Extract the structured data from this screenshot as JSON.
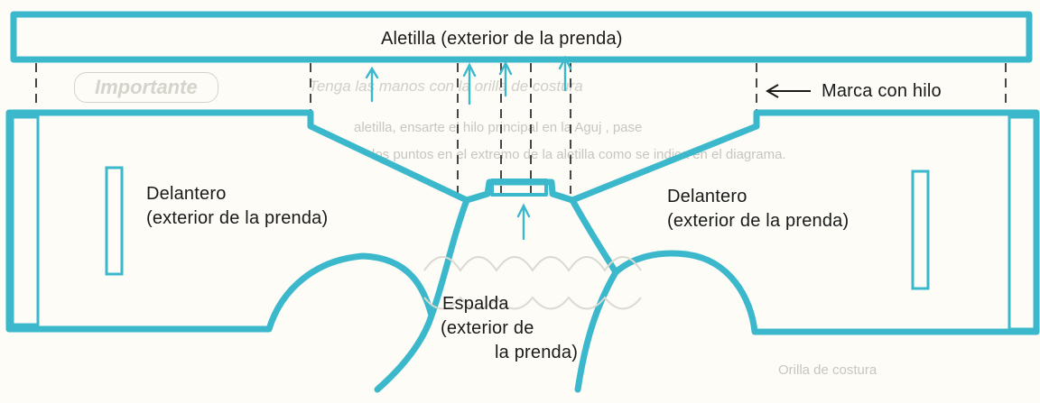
{
  "colors": {
    "outline": "#3bb8cc",
    "text": "#1a1a1a",
    "bleed": "#c8c6bf"
  },
  "labels": {
    "waistband": "Aletilla (exterior de la prenda)",
    "thread_mark": "Marca con hilo",
    "front_left": [
      "Delantero",
      "(exterior de la prenda)"
    ],
    "front_right": [
      "Delantero",
      "(exterior de la prenda)"
    ],
    "back": [
      "Espalda",
      "(exterior de",
      "la prenda)"
    ]
  },
  "bleed_through": {
    "badge": "Importante",
    "italic_line": "Tenga las manos con                  la orilla de costura",
    "line1": "                    aletilla, ensarte el hilo principal en la Aguj                                                  , pase",
    "line2": "los puntos en el extremo de la aletilla como se indica en el diagrama.",
    "caption": "Orilla de costura"
  },
  "icons": [
    "arrow-left-icon"
  ]
}
